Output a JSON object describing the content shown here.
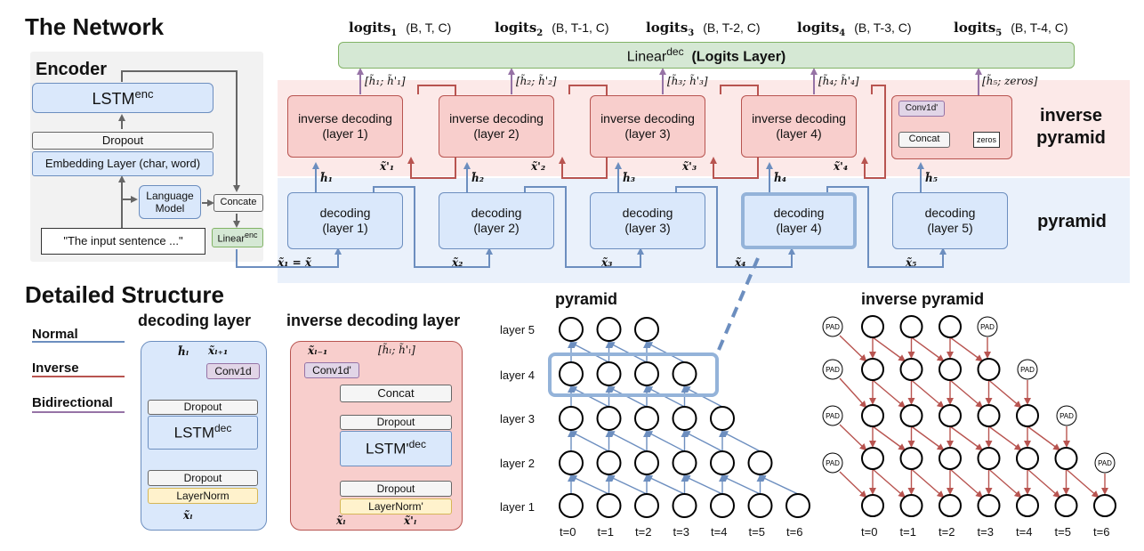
{
  "titles": {
    "network": "The Network",
    "encoder": "Encoder",
    "detailed": "Detailed Structure",
    "decoding_layer": "decoding layer",
    "inverse_decoding_layer": "inverse decoding layer",
    "pyramid_lower": "pyramid",
    "inverse_pyramid_lower": "inverse pyramid",
    "inverse_pyramid_band_1": "inverse",
    "inverse_pyramid_band_2": "pyramid",
    "pyramid_band": "pyramid"
  },
  "encoder": {
    "lstm": "LSTM",
    "lstm_sup": "enc",
    "dropout": "Dropout",
    "embedding": "Embedding Layer (char, word)",
    "language_model": "Language Model",
    "concate": "Concate",
    "linear": "Linear",
    "linear_sup": "enc",
    "input": "\"The input sentence ...\""
  },
  "logits": [
    {
      "name": "logits",
      "sub": "1",
      "shape": "(B, T, C)"
    },
    {
      "name": "logits",
      "sub": "2",
      "shape": "(B, T-1, C)"
    },
    {
      "name": "logits",
      "sub": "3",
      "shape": "(B, T-2, C)"
    },
    {
      "name": "logits",
      "sub": "4",
      "shape": "(B, T-3, C)"
    },
    {
      "name": "logits",
      "sub": "5",
      "shape": "(B, T-4, C)"
    }
  ],
  "linear_dec": {
    "text": "Linear",
    "sup": "dec",
    "paren": "(Logits Layer)"
  },
  "inverse_layers": [
    {
      "line1": "inverse decoding",
      "line2": "(layer 1)"
    },
    {
      "line1": "inverse decoding",
      "line2": "(layer 2)"
    },
    {
      "line1": "inverse decoding",
      "line2": "(layer 3)"
    },
    {
      "line1": "inverse decoding",
      "line2": "(layer 4)"
    }
  ],
  "top_inner": {
    "conv": "Conv1d'",
    "concat": "Concat",
    "zeros": "zeros"
  },
  "decoding_layers": [
    {
      "line1": "decoding",
      "line2": "(layer 1)"
    },
    {
      "line1": "decoding",
      "line2": "(layer 2)"
    },
    {
      "line1": "decoding",
      "line2": "(layer 3)"
    },
    {
      "line1": "decoding",
      "line2": "(layer 4)"
    },
    {
      "line1": "decoding",
      "line2": "(layer 5)"
    }
  ],
  "math": {
    "cat": [
      "[h̃₁; h̃'₁]",
      "[h̃₂; h̃'₂]",
      "[h̃₃; h̃'₃]",
      "[h̃₄; h̃'₄]",
      "[h̃₅; zeros]"
    ],
    "h": [
      "h̃₁",
      "h̃₂",
      "h̃₃",
      "h̃₄",
      "h̃₅"
    ],
    "xprime": [
      "x̃'₁",
      "x̃'₂",
      "x̃'₃",
      "x̃'₄"
    ],
    "x": [
      "x̃₁ = x̃",
      "x̃₂",
      "x̃₃",
      "x̃₄",
      "x̃₅"
    ],
    "dec_h": "h̃ₗ",
    "dec_x_next": "x̃ₗ₊₁",
    "dec_x": "x̃ₗ",
    "inv_x_prev": "x̃ₗ₋₁",
    "inv_cat": "[h̃ₗ; h̃'ₗ]",
    "inv_x": "x̃ₗ",
    "inv_xprime": "x̃'ₗ"
  },
  "legend": [
    {
      "label": "Normal",
      "color": "#6c8ebf"
    },
    {
      "label": "Inverse",
      "color": "#b85450"
    },
    {
      "label": "Bidirectional",
      "color": "#9673a6"
    }
  ],
  "detail_decoding": {
    "conv": "Conv1d",
    "dropout_top": "Dropout",
    "lstm": "LSTM",
    "lstm_sup": "dec",
    "dropout_bottom": "Dropout",
    "norm": "LayerNorm"
  },
  "detail_inverse": {
    "conv": "Conv1d'",
    "concat": "Concat",
    "dropout_top": "Dropout",
    "lstm": "LSTM'",
    "lstm_sup": "dec",
    "dropout_bottom": "Dropout",
    "norm": "LayerNorm'"
  },
  "pyramid": {
    "layers": [
      "layer 5",
      "layer 4",
      "layer 3",
      "layer 2",
      "layer 1"
    ],
    "times": [
      "t=0",
      "t=1",
      "t=2",
      "t=3",
      "t=4",
      "t=5",
      "t=6"
    ]
  },
  "inv_pyramid": {
    "pad": "PAD",
    "times": [
      "t=0",
      "t=1",
      "t=2",
      "t=3",
      "t=4",
      "t=5",
      "t=6"
    ]
  },
  "colors": {
    "normal": "#6c8ebf",
    "inverse": "#b85450",
    "bidirectional": "#9673a6"
  }
}
